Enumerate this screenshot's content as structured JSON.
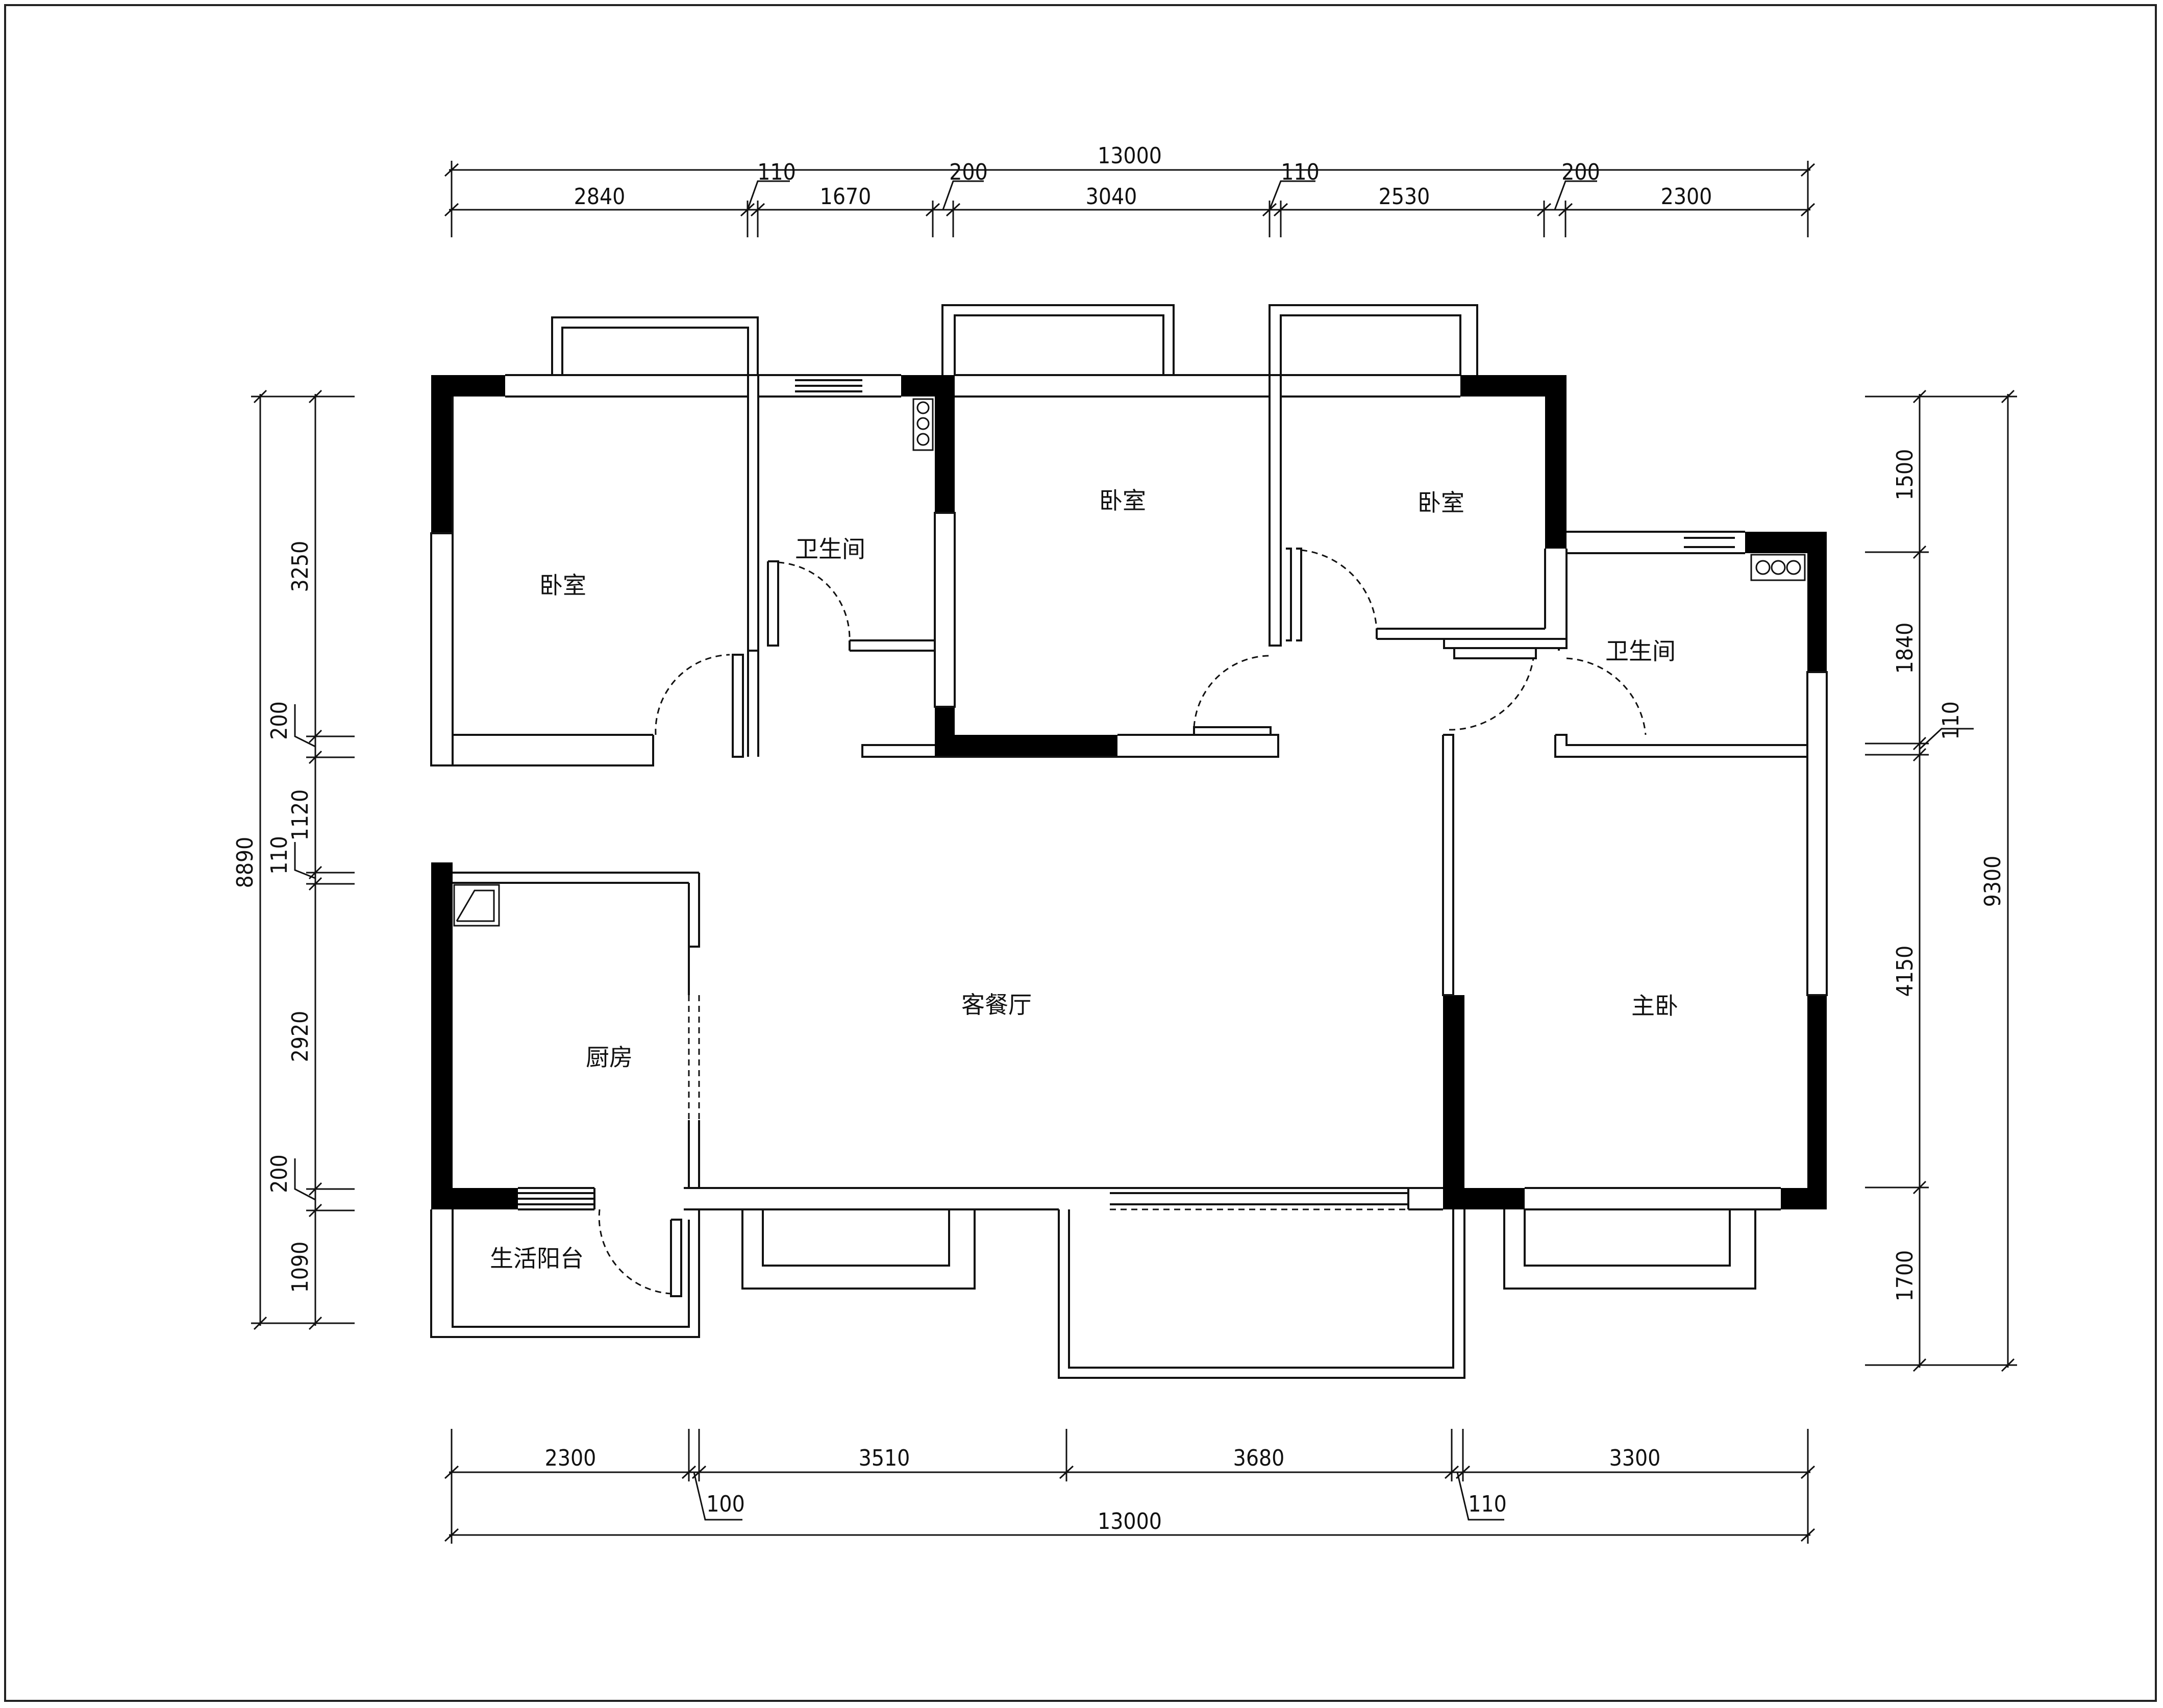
{
  "colors": {
    "wall": "#000000",
    "line": "#111111",
    "background": "#ffffff"
  },
  "rooms": {
    "bedroom_nw": "卧室",
    "bath_n": "卫生间",
    "bedroom_n": "卧室",
    "bedroom_ne": "卧室",
    "bath_e": "卫生间",
    "living_dining": "客餐厅",
    "kitchen": "厨房",
    "master_bedroom": "主卧",
    "utility_balcony": "生活阳台"
  },
  "dims": {
    "top": {
      "total": "13000",
      "segments": [
        "2840",
        "110",
        "1670",
        "200",
        "3040",
        "110",
        "2530",
        "200",
        "2300"
      ]
    },
    "bottom": {
      "total": "13000",
      "segments": [
        "2300",
        "100",
        "3510",
        "3680",
        "110",
        "3300"
      ]
    },
    "left": {
      "total": "8890",
      "segments": [
        "3250",
        "200",
        "1120",
        "110",
        "2920",
        "200",
        "1090"
      ]
    },
    "right": {
      "total": "9300",
      "segments": [
        "1500",
        "1840",
        "110",
        "4150",
        "1700"
      ]
    }
  }
}
